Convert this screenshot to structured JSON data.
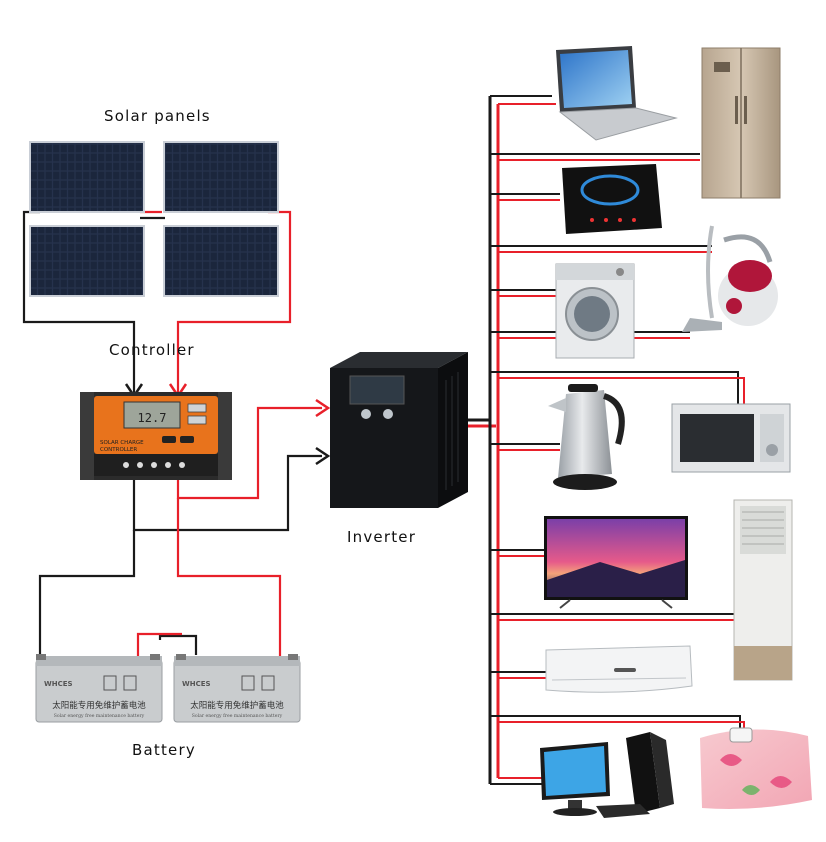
{
  "labels": {
    "solar_panels": "Solar panels",
    "controller": "Controller",
    "inverter": "Inverter",
    "battery": "Battery"
  },
  "controller_device": {
    "line1": "SOLAR CHARGE",
    "line2": "CONTROLLER",
    "display": "12.7"
  },
  "battery_device": {
    "brand": "WHCES",
    "chinese": "太阳能专用免维护蓄电池",
    "english": "Solar energy free maintenance battery"
  },
  "colors": {
    "positive_wire": "#e8202a",
    "negative_wire": "#1a1a1a",
    "panel_cell": "#1f2b44",
    "controller_orange": "#e8731c",
    "inverter_body": "#121417"
  },
  "appliances": [
    {
      "name": "laptop-icon"
    },
    {
      "name": "refrigerator-icon"
    },
    {
      "name": "induction-cooker-icon"
    },
    {
      "name": "vacuum-cleaner-icon"
    },
    {
      "name": "washing-machine-icon"
    },
    {
      "name": "electric-kettle-icon"
    },
    {
      "name": "microwave-oven-icon"
    },
    {
      "name": "television-icon"
    },
    {
      "name": "floor-air-conditioner-icon"
    },
    {
      "name": "wall-air-conditioner-icon"
    },
    {
      "name": "desktop-computer-icon"
    },
    {
      "name": "electric-blanket-icon"
    }
  ]
}
